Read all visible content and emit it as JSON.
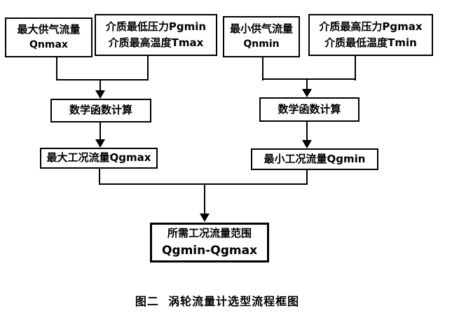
{
  "diagram": {
    "caption": "图二  涡轮流量计选型流程框图",
    "colors": {
      "background": "#ffffff",
      "line": "#000000",
      "box_border": "#000000",
      "text": "#000000"
    },
    "nodes": {
      "qnmax": {
        "line1": "最大供气流量",
        "line2": "Qnmax"
      },
      "pgmin_tmax": {
        "line1": "介质最低压力Pgmin",
        "line2": "介质最高温度Tmax"
      },
      "qnmin": {
        "line1": "最小供气流量",
        "line2": "Qnmin"
      },
      "pgmax_tmin": {
        "line1": "介质最高压力Pgmax",
        "line2": "介质最低温度Tmin"
      },
      "math_left": {
        "label": "数学函数计算"
      },
      "math_right": {
        "label": "数学函数计算"
      },
      "qgmax": {
        "label": "最大工况流量Qgmax"
      },
      "qgmin": {
        "label": "最小工况流量Qgmin"
      },
      "result": {
        "line1": "所需工况流量范围",
        "line2": "Qgmin-Qgmax"
      }
    }
  }
}
